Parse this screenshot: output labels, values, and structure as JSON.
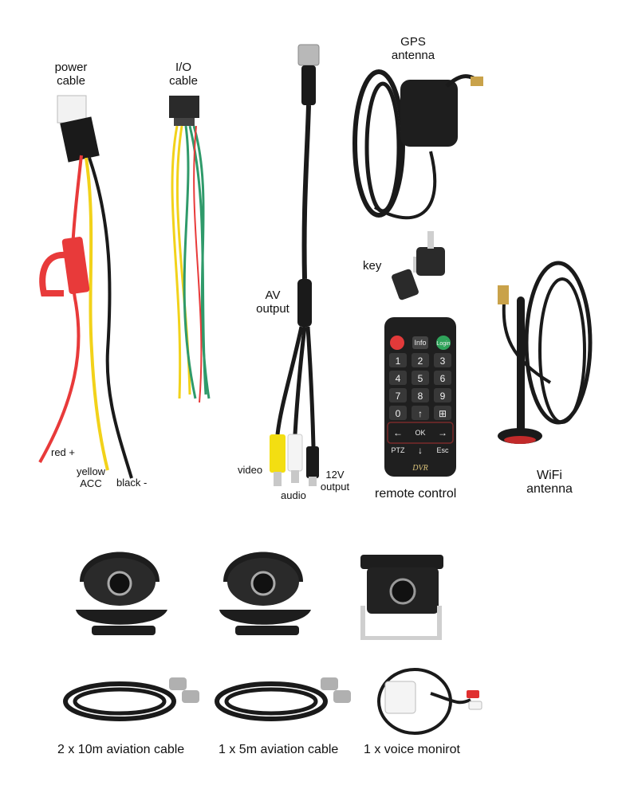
{
  "labels": {
    "power_cable": "power\ncable",
    "io_cable": "I/O\ncable",
    "gps_antenna": "GPS\nantenna",
    "key": "key",
    "av_output": "AV\noutput",
    "red": "red +",
    "yellow": "yellow\nACC",
    "black": "black -",
    "video": "video",
    "audio": "audio",
    "output_12v": "12V\noutput",
    "remote_control": "remote control",
    "wifi_antenna": "WiFi\nantenna",
    "aviation_10m": "2 x 10m aviation cable",
    "aviation_5m": "1 x 5m aviation cable",
    "voice_monitor": "1 x voice monirot"
  },
  "remote": {
    "top_row": [
      "",
      "Info",
      "Login"
    ],
    "digits": [
      "1",
      "2",
      "3",
      "4",
      "5",
      "6",
      "7",
      "8",
      "9",
      "0"
    ],
    "nav": [
      "←",
      "OK",
      "→"
    ],
    "bottom": [
      "PTZ",
      "↓",
      "Esc"
    ],
    "up": "↑",
    "grid": "⊞",
    "brand": "DVR"
  },
  "colors": {
    "cable_black": "#1a1a1a",
    "wire_red": "#e83a3a",
    "wire_yellow": "#f2d21a",
    "wire_green": "#2f9a6a",
    "rca_yellow": "#f3de12",
    "remote_red": "#e23a3a",
    "remote_green": "#2fa35a"
  }
}
